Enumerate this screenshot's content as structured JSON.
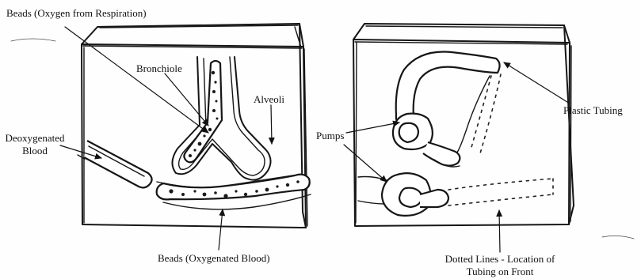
{
  "labels": {
    "beads_oxygen": "Beads (Oxygen from Respiration)",
    "bronchiole": "Bronchiole",
    "alveoli": "Alveoli",
    "deoxygenated_line1": "Deoxygenated",
    "deoxygenated_line2": "Blood",
    "beads_oxygenated": "Beads (Oxygenated Blood)",
    "pumps": "Pumps",
    "plastic_tubing": "Plastic Tubing",
    "dotted_line1": "Dotted Lines - Location of",
    "dotted_line2": "Tubing on Front"
  }
}
